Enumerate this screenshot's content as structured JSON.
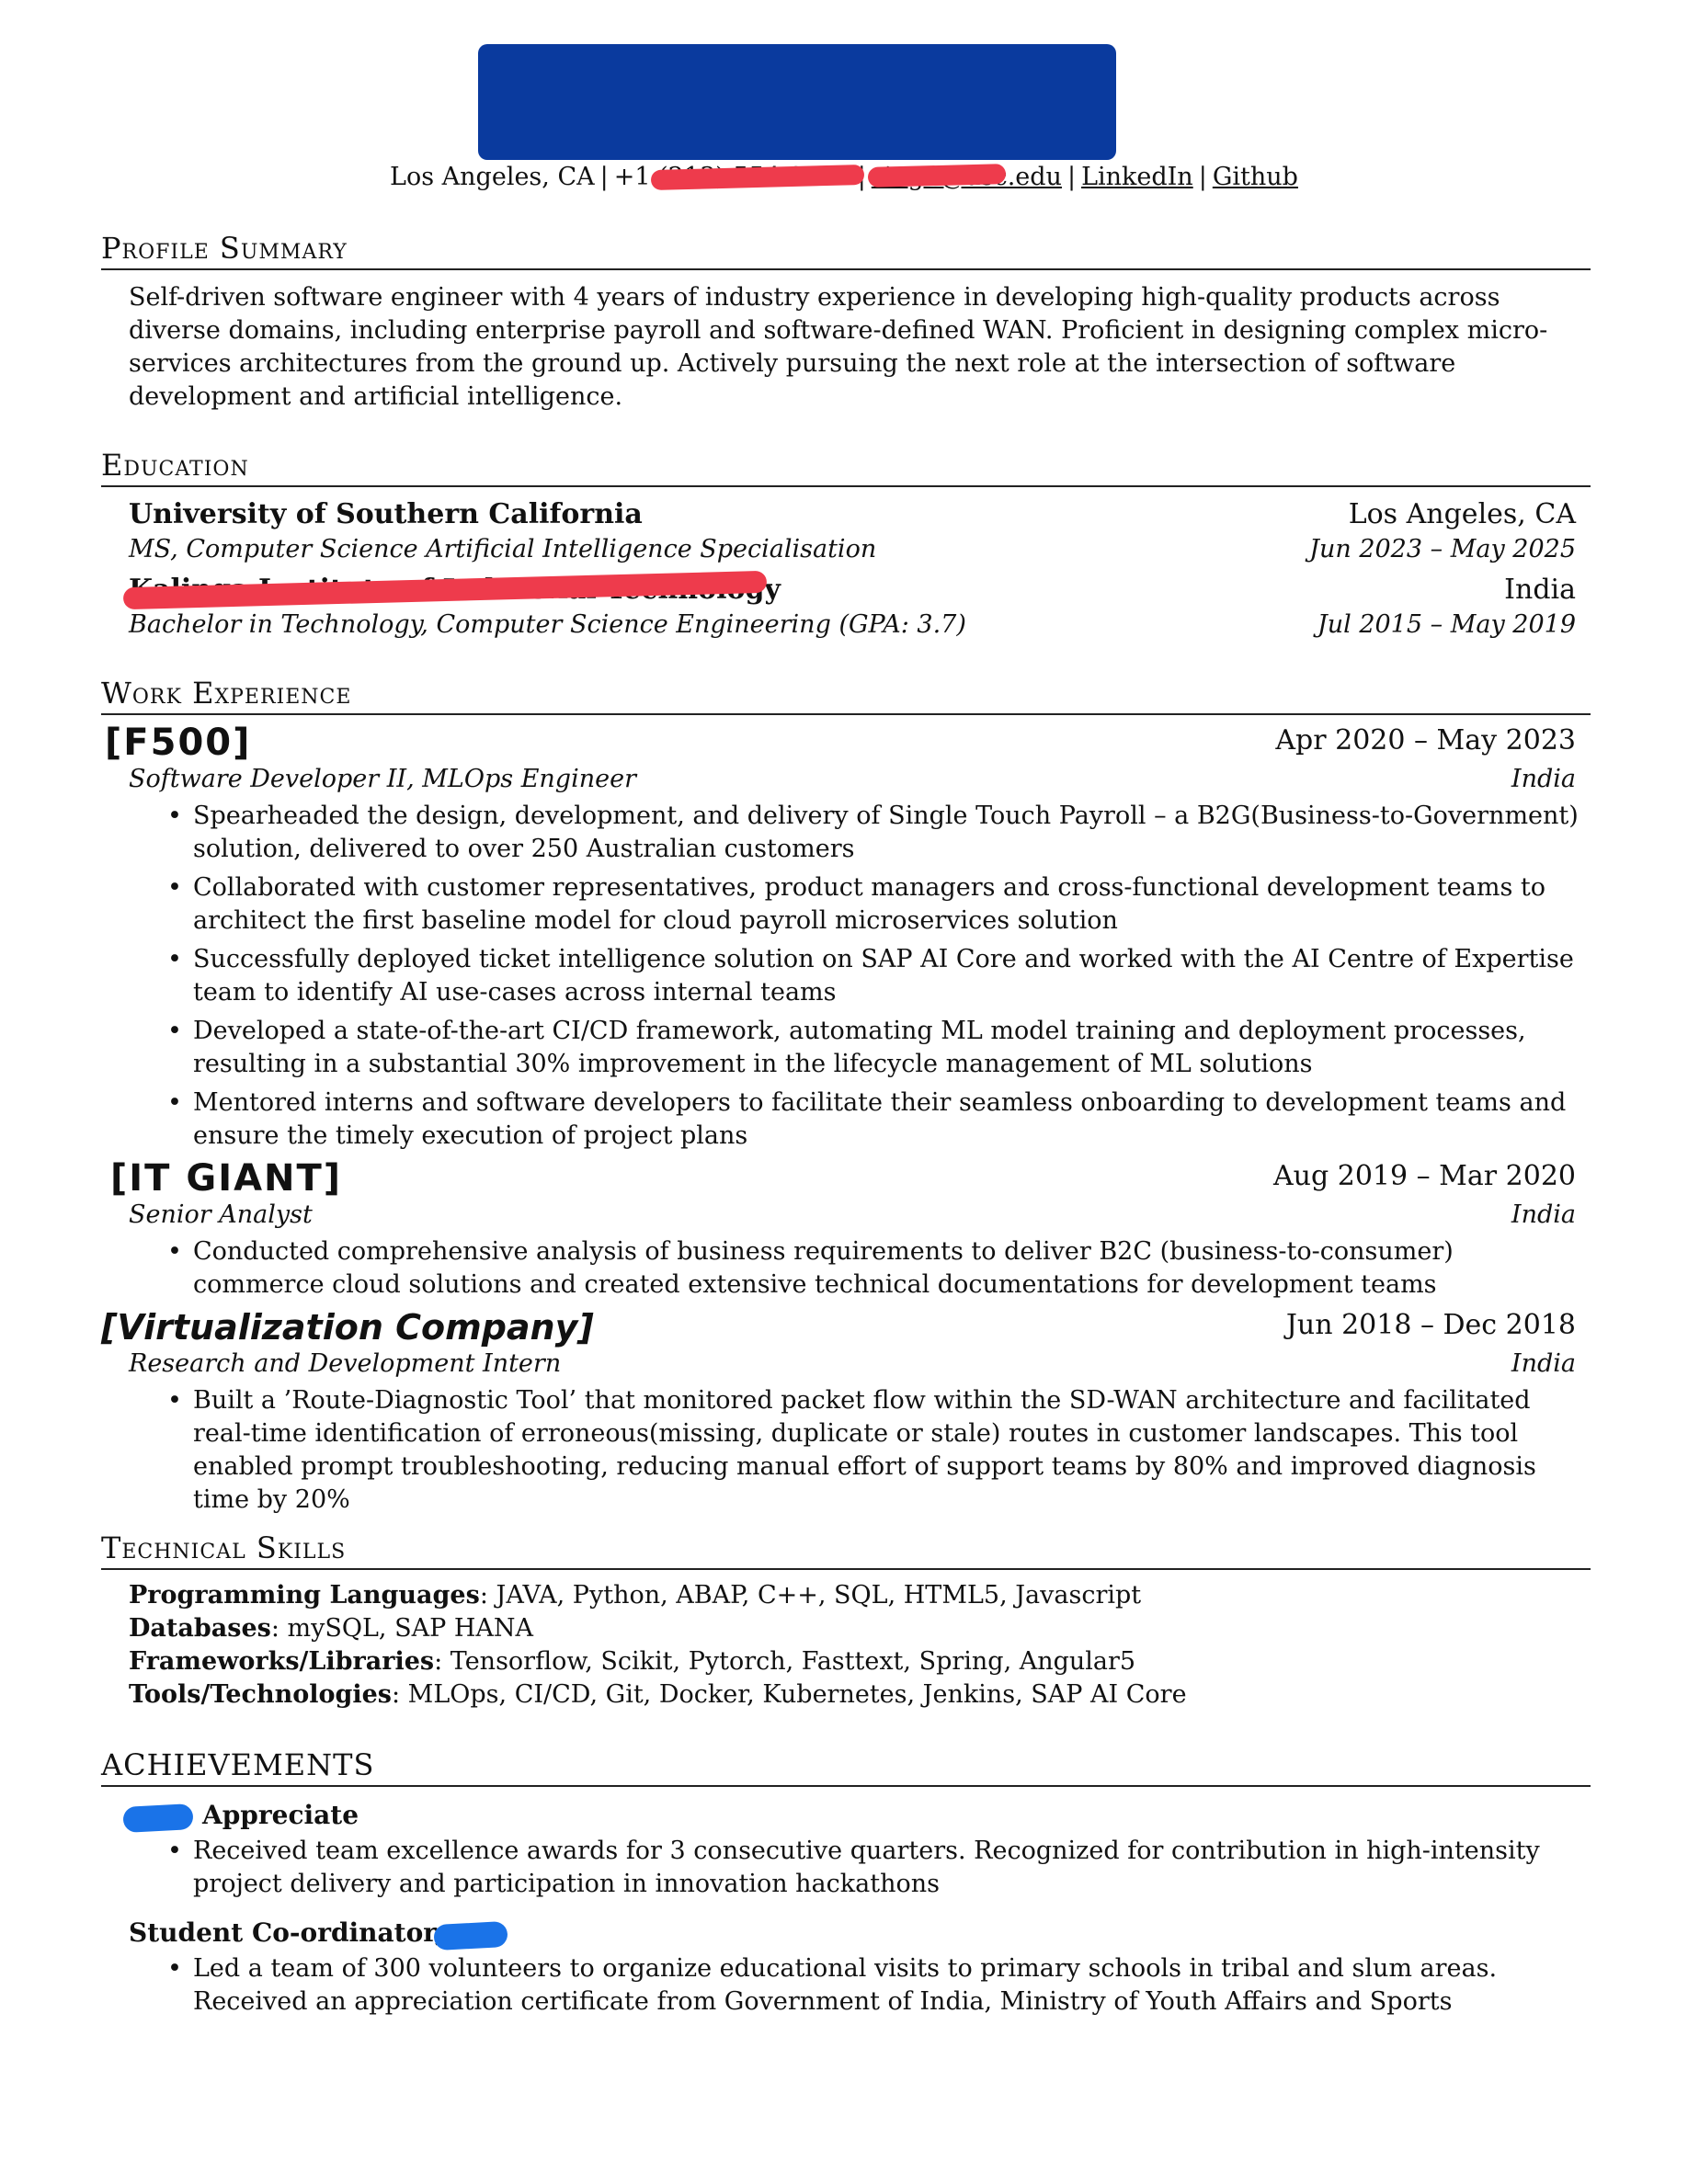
{
  "header": {
    "contact": {
      "location": "Los Angeles, CA",
      "separator": "|",
      "phone": "+1 (213) 554-2525",
      "email": "singh@usc.edu",
      "linkedin": "LinkedIn",
      "github": "Github"
    },
    "redaction_colors": {
      "name_block": "#0a3a9e",
      "red_marker": "#ee3b4c",
      "blue_marker": "#1a73e8"
    }
  },
  "profile_summary": {
    "title": "Profile Summary",
    "text": "Self-driven software engineer with 4 years of industry experience in developing high-quality products across diverse domains, including enterprise payroll and software-defined WAN. Proficient in designing complex micro-services architectures from the ground up. Actively pursuing the next role at the intersection of software development and artificial intelligence."
  },
  "education": {
    "title": "Education",
    "items": [
      {
        "school": "University of Southern California",
        "location": "Los Angeles, CA",
        "degree": "MS, Computer Science Artificial Intelligence Specialisation",
        "dates": "Jun 2023 – May 2025"
      },
      {
        "school": "Kalinga Institute of Industrial Technology",
        "location": "India",
        "degree": "Bachelor in Technology, Computer Science Engineering (GPA: 3.7)",
        "dates": "Jul 2015 – May 2019"
      }
    ]
  },
  "work": {
    "title": "Work Experience",
    "jobs": [
      {
        "company": "[F500]",
        "dates": "Apr 2020 – May 2023",
        "role": "Software Developer II, MLOps Engineer",
        "location": "India",
        "bullets": [
          "Spearheaded the design, development, and delivery of Single Touch Payroll – a B2G(Business-to-Government) solution, delivered to over 250 Australian customers",
          "Collaborated with customer representatives, product managers and cross-functional development teams to architect the first baseline model for cloud payroll microservices solution",
          "Successfully deployed ticket intelligence solution on SAP AI Core and worked with the AI Centre of Expertise team to identify AI use-cases across internal teams",
          "Developed a state-of-the-art CI/CD framework, automating ML model training and deployment processes, resulting in a substantial 30% improvement in the lifecycle management of ML solutions",
          "Mentored interns and software developers to facilitate their seamless onboarding to development teams and ensure the timely execution of project plans"
        ]
      },
      {
        "company": "[IT GIANT]",
        "dates": "Aug 2019 – Mar 2020",
        "role": "Senior Analyst",
        "location": "India",
        "bullets": [
          "Conducted comprehensive analysis of business requirements to deliver B2C (business-to-consumer) commerce cloud solutions and created extensive technical documentations for development teams"
        ]
      },
      {
        "company": "[Virtualization Company]",
        "dates": "Jun 2018 – Dec 2018",
        "role": "Research and Development Intern",
        "location": "India",
        "bullets": [
          "Built a ’Route-Diagnostic Tool’ that monitored packet flow within the SD-WAN architecture and facilitated real-time identification of erroneous(missing, duplicate or stale) routes in customer landscapes. This tool enabled prompt troubleshooting, reducing manual effort of support teams by 80% and improved diagnosis time by 20%"
        ]
      }
    ]
  },
  "skills": {
    "title": "Technical Skills",
    "rows": [
      {
        "label": "Programming Languages",
        "value": ": JAVA, Python, ABAP, C++, SQL, HTML5, Javascript"
      },
      {
        "label": "Databases",
        "value": ": mySQL, SAP HANA"
      },
      {
        "label": "Frameworks/Libraries",
        "value": ": Tensorflow, Scikit, Pytorch, Fasttext, Spring, Angular5"
      },
      {
        "label": "Tools/Technologies",
        "value": ": MLOps, CI/CD, Git, Docker, Kubernetes, Jenkins, SAP AI Core"
      }
    ]
  },
  "achievements": {
    "title": "ACHIEVEMENTS",
    "items": [
      {
        "title": "Appreciate",
        "bullet": "Received team excellence awards for 3 consecutive quarters. Recognized for contribution in high-intensity project delivery and participation in innovation hackathons"
      },
      {
        "title": "Student Co-ordinator,",
        "bullet": "Led a team of 300 volunteers to organize educational visits to primary schools in tribal and slum areas. Received an appreciation certificate from Government of India, Ministry of Youth Affairs and Sports"
      }
    ]
  }
}
